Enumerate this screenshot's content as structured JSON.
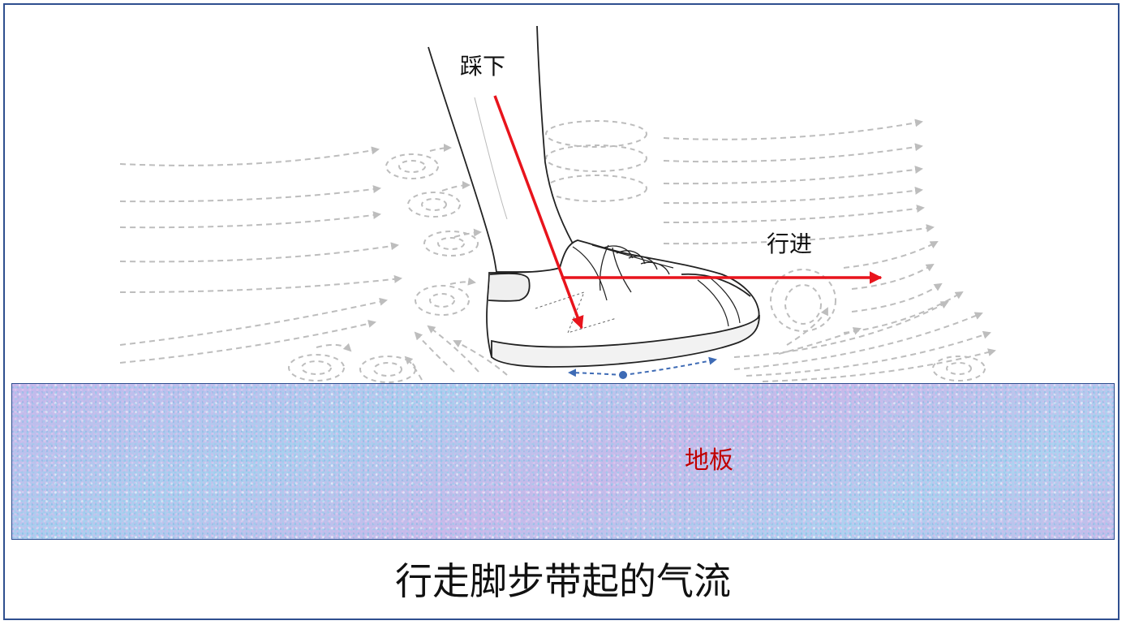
{
  "labels": {
    "press_down": "踩下",
    "forward": "行进",
    "floor": "地板"
  },
  "caption": "行走脚步带起的气流",
  "colors": {
    "frame": "#2f4f8f",
    "force_arrow": "#e8141c",
    "airflow": "#bdbdbd",
    "pivot_arrow": "#3e6bb5",
    "floor_label": "#c00000"
  },
  "icons": [
    "leg-illustration",
    "sneaker-icon",
    "airflow-streamlines",
    "vortex-swirl"
  ]
}
